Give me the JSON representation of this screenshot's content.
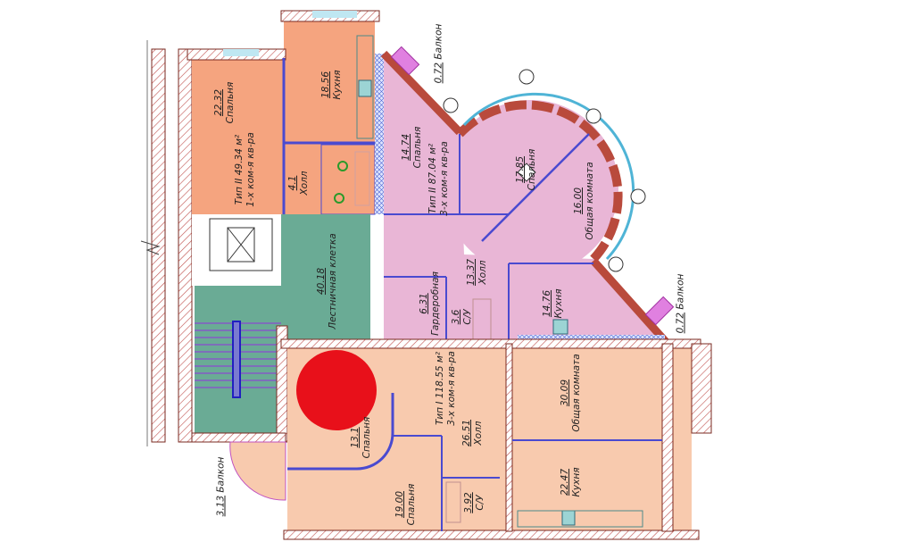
{
  "colors": {
    "apt_one_room": "#f5a47f",
    "apt_type2": "#e9b6d6",
    "apt_type1": "#f8caae",
    "stairwell": "#6aab95",
    "wall": "#b94a3c",
    "marker": "#e8101a"
  },
  "apartments": [
    {
      "type": "Тип II 49.34 м²",
      "rooms": "1-х ком-я кв-ра"
    },
    {
      "type": "Тип II 87.04 м²",
      "rooms": "3-х ком-я кв-ра"
    },
    {
      "type": "Тип I 118.55 м²",
      "rooms": "3-х ком-я кв-ра"
    }
  ],
  "rooms": [
    {
      "area": "22.32",
      "name": "Спальня"
    },
    {
      "area": "18.56",
      "name": "Кухня"
    },
    {
      "area": "4.1",
      "name": "Холл"
    },
    {
      "area": "14.74",
      "name": "Спальня"
    },
    {
      "area": "17.85",
      "name": "Спальня"
    },
    {
      "area": "16.00",
      "name": "Общая комната"
    },
    {
      "area": "13.37",
      "name": "Холл"
    },
    {
      "area": "6.31",
      "name": "Гардеробная"
    },
    {
      "area": "3.6",
      "name": "С/У"
    },
    {
      "area": "14.76",
      "name": "Кухня"
    },
    {
      "area": "40.18",
      "name": "Лестничная клетка"
    },
    {
      "area": "13.1",
      "name": "Спальня"
    },
    {
      "area": "26.51",
      "name": "Холл"
    },
    {
      "area": "30.09",
      "name": "Общая комната"
    },
    {
      "area": "19.00",
      "name": "Спальня"
    },
    {
      "area": "3.92",
      "name": "С/У"
    },
    {
      "area": "22.47",
      "name": "Кухня"
    }
  ],
  "balconies": [
    {
      "area": "0.72",
      "name": "Балкон"
    },
    {
      "area": "0.72",
      "name": "Балкон"
    },
    {
      "area": "3.13",
      "name": "Балкон"
    }
  ]
}
